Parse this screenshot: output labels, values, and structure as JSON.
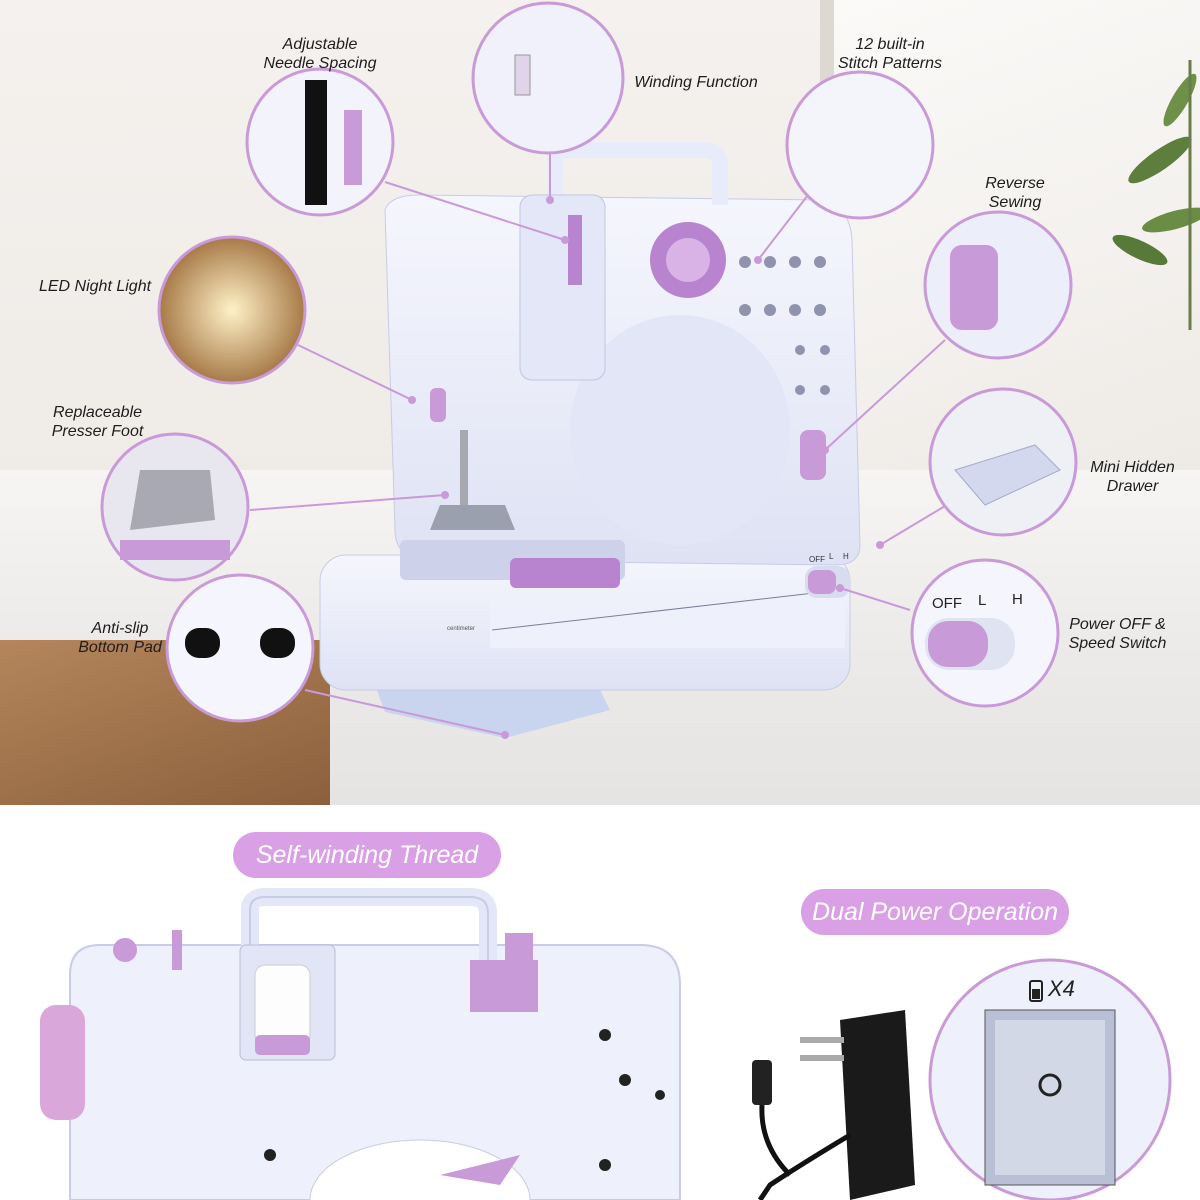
{
  "callouts": {
    "needle_spacing": "Adjustable\nNeedle Spacing",
    "winding_function": "Winding Function",
    "stitch_patterns": "12 built-in\nStitch Patterns",
    "reverse_sewing": "Reverse\nSewing",
    "led_light": "LED Night Light",
    "presser_foot": "Replaceable\nPresser Foot",
    "hidden_drawer": "Mini Hidden\nDrawer",
    "bottom_pad": "Anti-slip\nBottom Pad",
    "power_switch": "Power OFF &\nSpeed Switch"
  },
  "switch_labels": {
    "off": "OFF",
    "low": "L",
    "high": "H"
  },
  "ruler_label": "centimeter",
  "battery_count": "X4",
  "feature_pills": {
    "self_winding": "Self-winding Thread",
    "dual_power": "Dual Power Operation"
  },
  "colors": {
    "accent": "#c89ad8",
    "pill": "#d9a0e6",
    "machine": "#eef0fb",
    "lilac": "#b884cf"
  }
}
